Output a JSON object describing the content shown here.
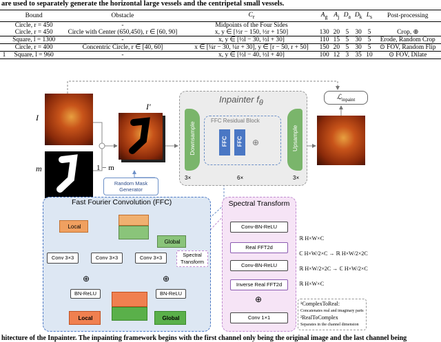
{
  "caption_top": "are used to separately generate the horizontal large vessels and the centripetal small vessels.",
  "table": {
    "headers": [
      "Bound",
      "Obstacle",
      "C_r",
      "A_g",
      "A_j",
      "D_a",
      "D_k",
      "L_s",
      "Post-processing"
    ],
    "rows": [
      {
        "idx": "",
        "bound": "Circle, r = 450",
        "obstacle": "-",
        "cr": "Midpoints of the Four Sides",
        "ag": "",
        "aj": "",
        "da": "",
        "dk": "",
        "ls": "",
        "post": "",
        "sep": true
      },
      {
        "idx": "",
        "bound": "Circle, r = 450",
        "obstacle": "Circle with Center (650,450), r ∈ [60, 90]",
        "cr": "x, y ∈ [½r − 150, ½r + 150]",
        "ag": "130",
        "aj": "20",
        "da": "5",
        "dk": "30",
        "ls": "5",
        "post": "Crop, ⊕",
        "sep": false
      },
      {
        "idx": "",
        "bound": "Square, l = 1300",
        "obstacle": "-",
        "cr": "x, y ∈ [½l − 30, ½l + 30]",
        "ag": "110",
        "aj": "15",
        "da": "5",
        "dk": "30",
        "ls": "5",
        "post": "Erode, Random Crop",
        "sep": true
      },
      {
        "idx": "",
        "bound": "Circle, r = 400",
        "obstacle": "Concentric Circle, r ∈ [40, 60]",
        "cr": "x ∈ [¼r − 30, ¼r + 30], y ∈ [r − 50, r + 50]",
        "ag": "150",
        "aj": "20",
        "da": "5",
        "dk": "30",
        "ls": "5",
        "post": "⊙ FOV, Random Flip",
        "sep": true
      },
      {
        "idx": "1",
        "bound": "Square, l = 960",
        "obstacle": "-",
        "cr": "x, y ∈ [½l − 40, ½l + 40]",
        "ag": "100",
        "aj": "12",
        "da": "3",
        "dk": "35",
        "ls": "10",
        "post": "⊙ FOV, Dilate",
        "sep": true
      }
    ]
  },
  "diagram": {
    "I_label": "I",
    "I_prime_label": "I′",
    "m_label": "m",
    "one_minus_m": "1 − m",
    "mask_gen": "Random Mask Generator",
    "inpainter_title": "Inpainter f",
    "inpainter_sub": "θ",
    "downsample": "Downsample",
    "upsample": "Upsample",
    "ffc_block": "FFC Residual Block",
    "ffc": "FFC",
    "rep_down": "3×",
    "rep_mid": "6×",
    "rep_up": "3×",
    "loss": "ℒ",
    "loss_sub": "inpaint",
    "ffc_title": "Fast Fourier Convolution (FFC)",
    "local": "Local",
    "global": "Global",
    "conv3": "Conv 3×3",
    "spectral_small": "Spectral Transform",
    "bn_relu": "BN-ReLU",
    "spectral_title": "Spectral Transform",
    "st_steps": [
      "Conv-BN-ReLU",
      "Real FFT2d",
      "Conv-BN-ReLU",
      "Inverse Real FFT2d",
      "Conv 1×1"
    ],
    "math_lines": [
      "ℝ H×W×C",
      "ℂ H×W/2×C  →  ℝ H×W/2×2C",
      "ℝ H×W/2×2C  →  ℂ H×W/2×C",
      "ℝ H×W×C"
    ],
    "legend": [
      "¹ComplexToReal:",
      "Concatenates real and imaginary parts",
      "²RealToComplex",
      "Separates in the channel dimension"
    ]
  },
  "caption_bottom": "hitecture of the Inpainter. The inpainting framework begins with the first channel only being the original image and the last channel being"
}
